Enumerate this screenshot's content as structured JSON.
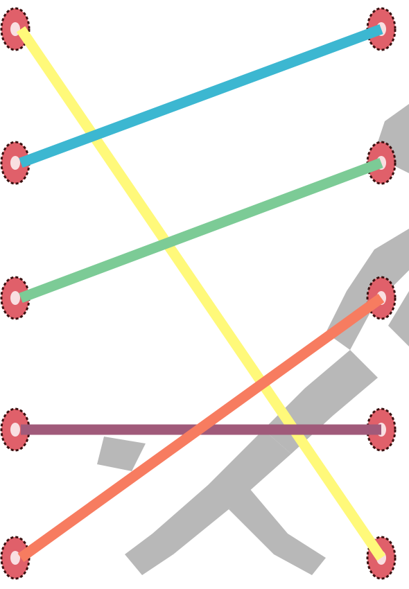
{
  "diagram": {
    "type": "matching-lines",
    "left_dots": [
      {
        "id": "L1",
        "icon": "red-dot-icon"
      },
      {
        "id": "L2",
        "icon": "red-dot-icon"
      },
      {
        "id": "L3",
        "icon": "red-dot-icon"
      },
      {
        "id": "L4",
        "icon": "red-dot-icon"
      },
      {
        "id": "L5",
        "icon": "red-dot-icon"
      }
    ],
    "right_dots": [
      {
        "id": "R1",
        "icon": "red-dot-icon"
      },
      {
        "id": "R2",
        "icon": "red-dot-icon"
      },
      {
        "id": "R3",
        "icon": "red-dot-icon"
      },
      {
        "id": "R4",
        "icon": "red-dot-icon"
      },
      {
        "id": "R5",
        "icon": "red-dot-icon"
      }
    ],
    "connections": [
      {
        "from": "L1",
        "to": "R5",
        "color": "#fff97a"
      },
      {
        "from": "L2",
        "to": "R1",
        "color": "#3cb7d1"
      },
      {
        "from": "L3",
        "to": "R2",
        "color": "#7ccb96"
      },
      {
        "from": "L4",
        "to": "R4",
        "color": "#a05a7a"
      },
      {
        "from": "L5",
        "to": "R3",
        "color": "#f77c60"
      }
    ],
    "watermark": {
      "icon": "walking-person-watermark-icon",
      "color": "#b8b8b8"
    },
    "colors": {
      "dot_fill": "#e0606a",
      "dot_outline": "#3a1010",
      "background": "#ffffff"
    }
  }
}
